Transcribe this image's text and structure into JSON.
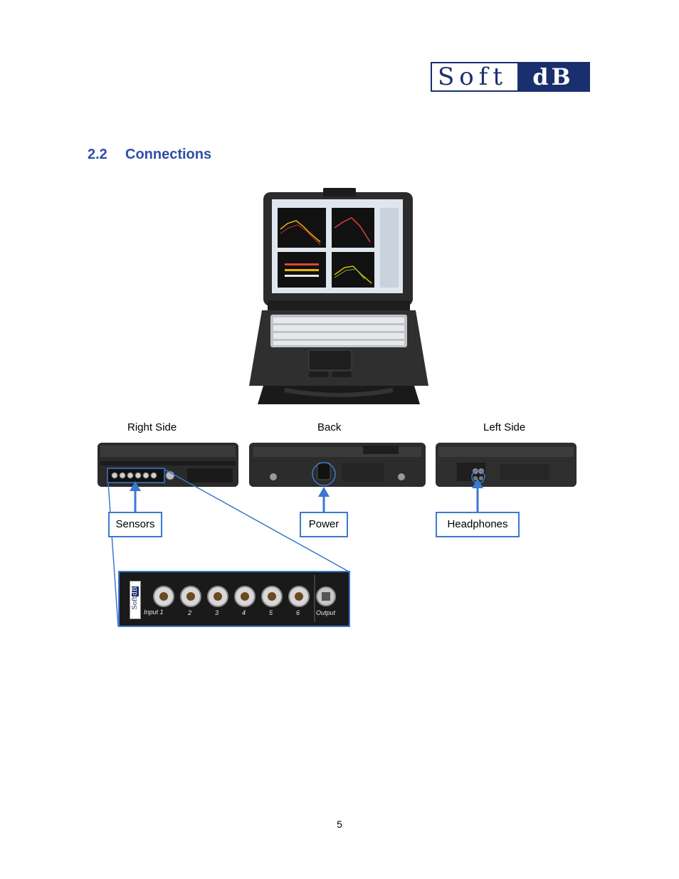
{
  "logo": {
    "left_word": "Soft",
    "right_word": "dB"
  },
  "section": {
    "number": "2.2",
    "title": "Connections"
  },
  "views": {
    "right_side": "Right Side",
    "back": "Back",
    "left_side": "Left Side"
  },
  "callouts": {
    "sensors": "Sensors",
    "power": "Power",
    "headphones": "Headphones"
  },
  "panel_closeup": {
    "brand_left": "Soft",
    "brand_right": "dB",
    "input_label": "Input",
    "inputs": [
      "1",
      "2",
      "3",
      "4",
      "5",
      "6"
    ],
    "output_label": "Output"
  },
  "page_number": "5",
  "colors": {
    "heading": "#2e4fa8",
    "logo": "#1a2f6e",
    "callout_border": "#3b78d0"
  }
}
